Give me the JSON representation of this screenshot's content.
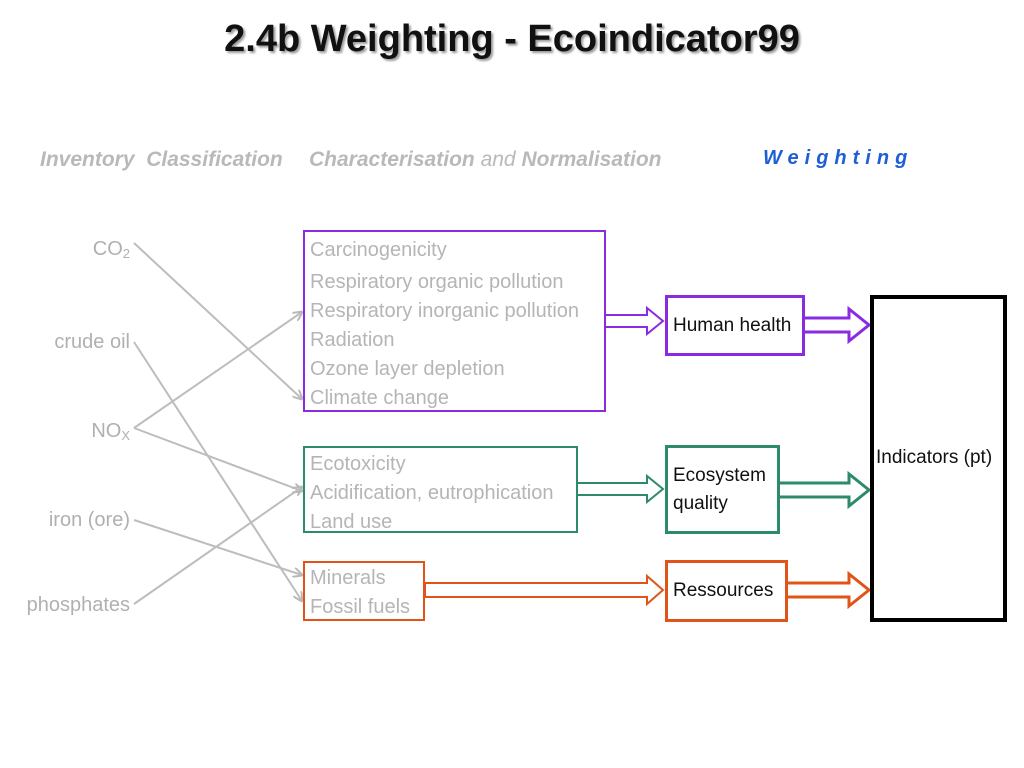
{
  "title": "2.4b Weighting - Ecoindicator99",
  "headers": {
    "inventory": "Inventory",
    "classification": "Classification",
    "characterisation": "Characterisation",
    "and": "and",
    "normalisation": "Normalisation",
    "weighting": "Weighting"
  },
  "inventory": {
    "co2": {
      "main": "CO",
      "sub": "2"
    },
    "crude_oil": "crude oil",
    "nox": {
      "main": "NO",
      "sub": "X"
    },
    "iron": "iron (ore)",
    "phosphates": "phosphates"
  },
  "categories": {
    "health": [
      "Carcinogenicity",
      "Respiratory organic pollution",
      "Respiratory inorganic pollution",
      "Radiation",
      "Ozone layer depletion",
      "Climate change"
    ],
    "ecosystem": [
      "Ecotoxicity",
      "Acidification, eutrophication",
      "Land use"
    ],
    "resources": [
      "Minerals",
      "Fossil fuels"
    ]
  },
  "damage": {
    "human_health": "Human health",
    "ecosystem_quality_1": "Ecosystem",
    "ecosystem_quality_2": "quality",
    "resources": "Ressources"
  },
  "indicator": "Indicators (pt)",
  "colors": {
    "health": "#8a2be2",
    "ecosystem": "#2e8b6a",
    "resources": "#e0541a",
    "weighting": "#1f5fd6",
    "muted": "#b5b5b5"
  }
}
